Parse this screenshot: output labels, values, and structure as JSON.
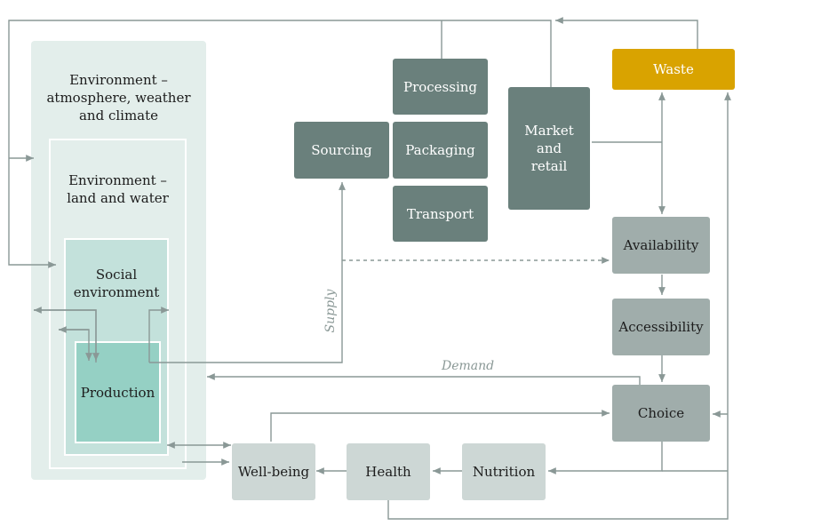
{
  "environment_nest": {
    "atmosphere": "Environment –\natmosphere, weather\nand climate",
    "land_water": "Environment –\nland and water",
    "social": "Social\nenvironment",
    "production": "Production"
  },
  "supply_chain": {
    "sourcing": "Sourcing",
    "processing": "Processing",
    "packaging": "Packaging",
    "transport": "Transport",
    "market_retail": "Market\nand\nretail",
    "waste": "Waste"
  },
  "consumer": {
    "availability": "Availability",
    "accessibility": "Accessibility",
    "choice": "Choice"
  },
  "outcomes": {
    "nutrition": "Nutrition",
    "health": "Health",
    "wellbeing": "Well-being"
  },
  "flow_labels": {
    "supply": "Supply",
    "demand": "Demand"
  },
  "colors": {
    "chain_dark": "#6a807c",
    "consumer_grey": "#a0adab",
    "outcome_light": "#cdd7d5",
    "waste": "#d9a300",
    "production": "#95d0c4",
    "social": "#c3e1db",
    "environment": "#e3eeeb",
    "arrow": "#8a9896"
  }
}
